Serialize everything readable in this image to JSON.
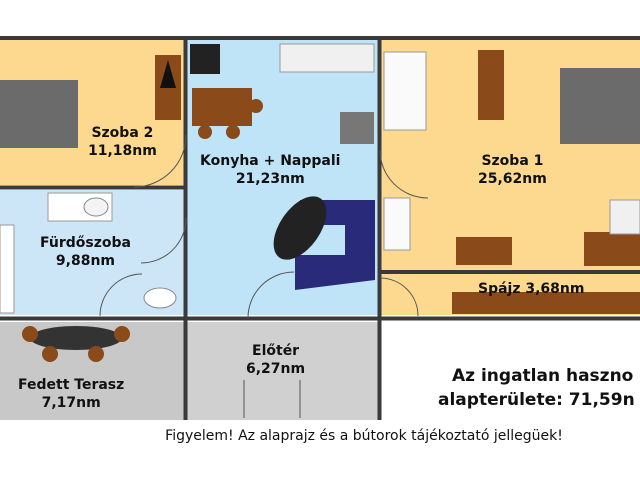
{
  "rooms": {
    "szoba2": {
      "name": "Szoba 2",
      "area": "11,18nm"
    },
    "konyha": {
      "name": "Konyha + Nappali",
      "area": "21,23nm"
    },
    "szoba1": {
      "name": "Szoba 1",
      "area": "25,62nm"
    },
    "furdo": {
      "name": "Fürdőszoba",
      "area": "9,88nm"
    },
    "spajz": {
      "label": "Spájz 3,68nm"
    },
    "terasz": {
      "name": "Fedett Terasz",
      "area": "7,17nm"
    },
    "eloter": {
      "name": "Előtér",
      "area": "6,27nm"
    }
  },
  "summary": {
    "line1": "Az ingatlan haszno",
    "line2": "alapterülete: 71,59n"
  },
  "notice": "Figyelem! Az alaprajz és a bútorok tájékoztató jellegüek!",
  "colors": {
    "bedroom": "#fcd98e",
    "wet": "#cde6f7",
    "kitchen": "#bfe3f7",
    "terrace": "#c8c8c8",
    "wall": "#3a3a3a",
    "wood": "#8a4a1a",
    "sofa": "#2a2a7a"
  }
}
